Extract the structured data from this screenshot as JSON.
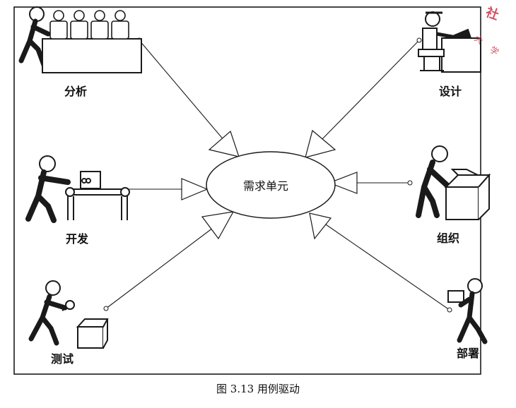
{
  "diagram": {
    "center": {
      "label": "需求单元"
    },
    "nodes": [
      {
        "id": "analysis",
        "label": "分析"
      },
      {
        "id": "design",
        "label": "设计"
      },
      {
        "id": "development",
        "label": "开发"
      },
      {
        "id": "organization",
        "label": "组织"
      },
      {
        "id": "testing",
        "label": "测试"
      },
      {
        "id": "deployment",
        "label": "部署"
      }
    ]
  },
  "caption": "图 3.13    用例驱动",
  "colors": {
    "stroke": "#1a1a1a",
    "watermark": "#c8324a"
  }
}
